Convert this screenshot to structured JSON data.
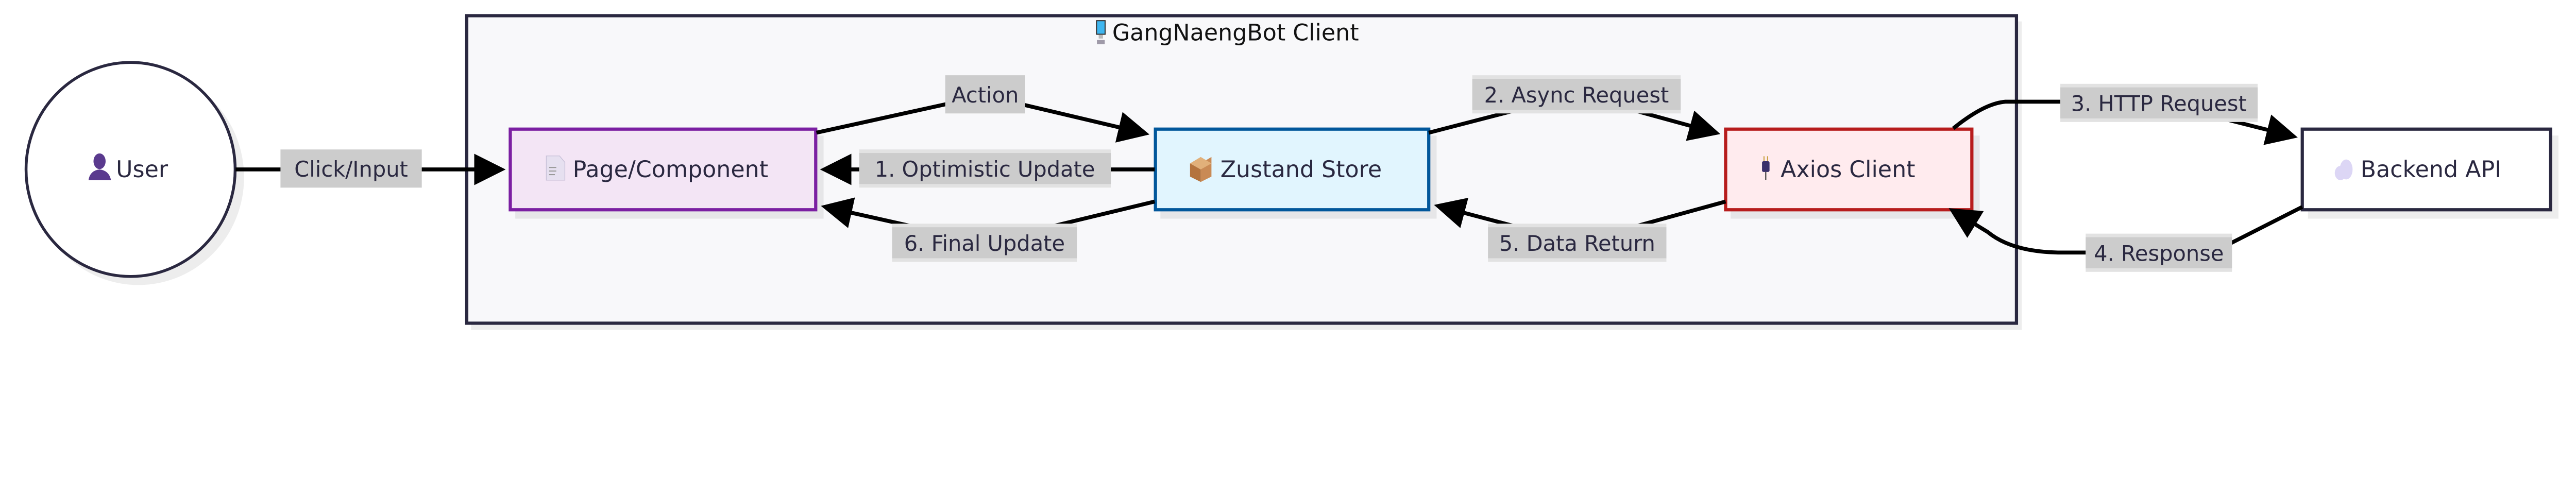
{
  "diagram": {
    "cluster": {
      "title": "GangNaengBot Client",
      "icon": "desktop-computer-icon"
    },
    "nodes": {
      "user": {
        "label": "User",
        "icon": "person-silhouette-icon",
        "shape": "circle"
      },
      "page": {
        "label": "Page/Component",
        "icon": "document-icon",
        "fill": "#f3e5f5",
        "border": "#7b1fa2"
      },
      "store": {
        "label": "Zustand Store",
        "icon": "package-icon",
        "fill": "#e1f5fe",
        "border": "#01579b"
      },
      "axios": {
        "label": "Axios Client",
        "icon": "electric-plug-icon",
        "fill": "#ffebee",
        "border": "#b71c1c"
      },
      "backend": {
        "label": "Backend API",
        "icon": "cloud-icon",
        "fill": "#ffffff",
        "border": "#2a2840"
      }
    },
    "edges": {
      "click": {
        "from": "User",
        "to": "Page/Component",
        "label": "Click/Input"
      },
      "action": {
        "from": "Page/Component",
        "to": "Zustand Store",
        "label": "Action"
      },
      "optimistic": {
        "from": "Zustand Store",
        "to": "Page/Component",
        "label": "1. Optimistic Update"
      },
      "final": {
        "from": "Zustand Store",
        "to": "Page/Component",
        "label": "6. Final Update"
      },
      "async": {
        "from": "Zustand Store",
        "to": "Axios Client",
        "label": "2. Async Request"
      },
      "http": {
        "from": "Axios Client",
        "to": "Backend API",
        "label": "3. HTTP Request"
      },
      "response": {
        "from": "Backend API",
        "to": "Axios Client",
        "label": "4. Response"
      },
      "data_return": {
        "from": "Axios Client",
        "to": "Zustand Store",
        "label": "5. Data Return"
      }
    }
  }
}
